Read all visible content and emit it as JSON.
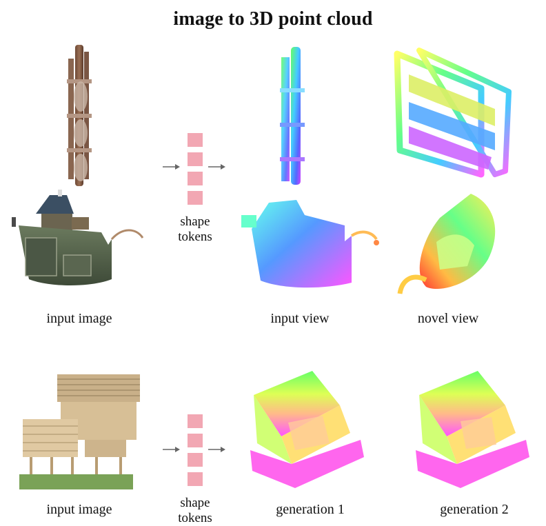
{
  "title": "image to 3D point cloud",
  "row1": {
    "input_label": "input image",
    "tokens_label_1": "shape",
    "tokens_label_2": "tokens",
    "input_view_label": "input view",
    "novel_view_label": "novel view"
  },
  "row2": {
    "input_label": "input image",
    "tokens_label_1": "shape",
    "tokens_label_2": "tokens",
    "generation1_label": "generation 1",
    "generation2_label": "generation 2"
  },
  "colors": {
    "token": "#f2a7b3",
    "arrow": "#666666"
  }
}
